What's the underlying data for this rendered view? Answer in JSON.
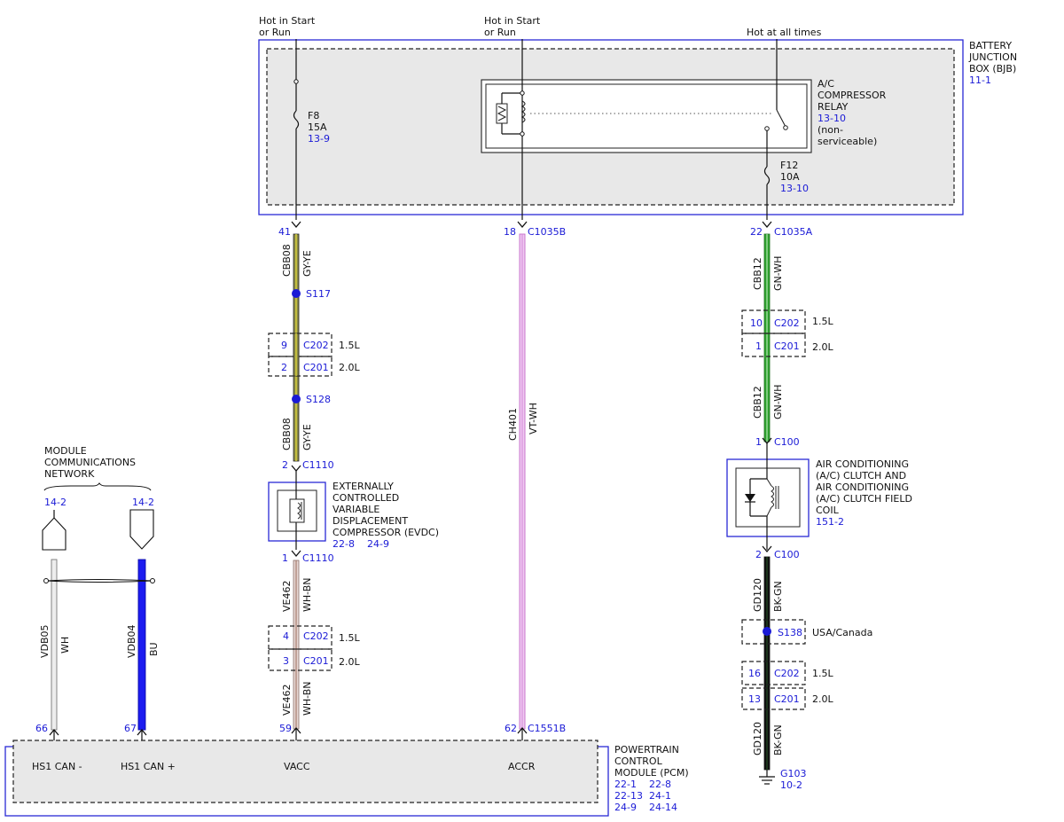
{
  "colors": {
    "blue": "#1a1ad6",
    "gy_ye": "#8a8a4a",
    "vt_wh": "#e29ae6",
    "gn_wh": "#2fa32f",
    "wh_bn": "#c7a9a4",
    "bk_gn": "#111111",
    "wh": "#d8d8d8",
    "bu": "#1c1cf0",
    "splice": "#1a1ad6"
  },
  "feeds": {
    "left_l1": "Hot in Start",
    "left_l2": "or Run",
    "mid_l1": "Hot in Start",
    "mid_l2": "or Run",
    "right": "Hot at all times"
  },
  "bjb": {
    "l1": "BATTERY",
    "l2": "JUNCTION",
    "l3": "BOX (BJB)",
    "ref": "11-1"
  },
  "relay": {
    "l1": "A/C",
    "l2": "COMPRESSOR",
    "l3": "RELAY",
    "ref": "13-10",
    "l4": "(non-",
    "l5": "serviceable)"
  },
  "fuses": {
    "f8_name": "F8",
    "f8_amp": "15A",
    "f8_ref": "13-9",
    "f12_name": "F12",
    "f12_amp": "10A",
    "f12_ref": "13-10"
  },
  "connectors": {
    "c41_pin": "41",
    "c18_pin": "18",
    "c18_name": "C1035B",
    "c22_pin": "22",
    "c22_name": "C1035A",
    "s117": "S117",
    "c202a_pin": "9",
    "c202a_name": "C202",
    "c202a_note": "1.5L",
    "c201a_pin": "2",
    "c201a_name": "C201",
    "c201a_note": "2.0L",
    "s128": "S128",
    "c1110a_pin": "2",
    "c1110a_name": "C1110",
    "c1110b_pin": "1",
    "c1110b_name": "C1110",
    "c202b_pin": "4",
    "c202b_name": "C202",
    "c202b_note": "1.5L",
    "c201b_pin": "3",
    "c201b_name": "C201",
    "c201b_note": "2.0L",
    "c59_pin": "59",
    "c62_pin": "62",
    "c62_name": "C1551B",
    "c202c_pin": "10",
    "c202c_name": "C202",
    "c202c_note": "1.5L",
    "c201c_pin": "1",
    "c201c_name": "C201",
    "c201c_note": "2.0L",
    "c100a_pin": "1",
    "c100a_name": "C100",
    "c100b_pin": "2",
    "c100b_name": "C100",
    "s138": "S138",
    "s138_note": "USA/Canada",
    "c202d_pin": "16",
    "c202d_name": "C202",
    "c202d_note": "1.5L",
    "c201d_pin": "13",
    "c201d_name": "C201",
    "c201d_note": "2.0L",
    "c66_pin": "66",
    "c67_pin": "67"
  },
  "wires": {
    "cbb08_a_code": "CBB08",
    "cbb08_a_color": "GY-YE",
    "cbb08_b_code": "CBB08",
    "cbb08_b_color": "GY-YE",
    "ch401_code": "CH401",
    "ch401_color": "VT-WH",
    "cbb12_a_code": "CBB12",
    "cbb12_a_color": "GN-WH",
    "cbb12_b_code": "CBB12",
    "cbb12_b_color": "GN-WH",
    "ve462_a_code": "VE462",
    "ve462_a_color": "WH-BN",
    "ve462_b_code": "VE462",
    "ve462_b_color": "WH-BN",
    "gd120_a_code": "GD120",
    "gd120_a_color": "BK-GN",
    "gd120_b_code": "GD120",
    "gd120_b_color": "BK-GN",
    "vdb05_code": "VDB05",
    "vdb05_color": "WH",
    "vdb04_code": "VDB04",
    "vdb04_color": "BU"
  },
  "evdc": {
    "l1": "EXTERNALLY",
    "l2": "CONTROLLED",
    "l3": "VARIABLE",
    "l4": "DISPLACEMENT",
    "l5": "COMPRESSOR (EVDC)",
    "ref1": "22-8",
    "ref2": "24-9"
  },
  "clutch": {
    "l1": "AIR CONDITIONING",
    "l2": "(A/C) CLUTCH AND",
    "l3": "AIR CONDITIONING",
    "l4": "(A/C) CLUTCH FIELD",
    "l5": "COIL",
    "ref": "151-2"
  },
  "network": {
    "l1": "MODULE",
    "l2": "COMMUNICATIONS",
    "l3": "NETWORK",
    "ref_left": "14-2",
    "ref_right": "14-2"
  },
  "pcm": {
    "l1": "POWERTRAIN",
    "l2": "CONTROL",
    "l3": "MODULE (PCM)",
    "ref1": "22-1",
    "ref2": "22-8",
    "ref3": "22-13",
    "ref4": "24-1",
    "ref5": "24-9",
    "ref6": "24-14",
    "pin_hs1_minus": "HS1 CAN -",
    "pin_hs1_plus": "HS1 CAN +",
    "pin_vacc": "VACC",
    "pin_accr": "ACCR"
  },
  "ground": {
    "name": "G103",
    "ref": "10-2"
  }
}
